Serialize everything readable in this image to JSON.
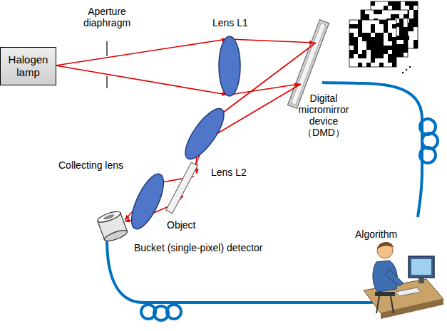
{
  "diagram": {
    "nodes": [
      {
        "text": [
          "Halogen lamp"
        ]
      }
    ],
    "labels": [
      "Aperture diaphragm",
      "Lens L1",
      "Digital micromirror device （DMD）",
      "Lens L2",
      "Collecting lens",
      "Object",
      "Algorithm",
      "Bucket (single-pixel) detector"
    ]
  }
}
